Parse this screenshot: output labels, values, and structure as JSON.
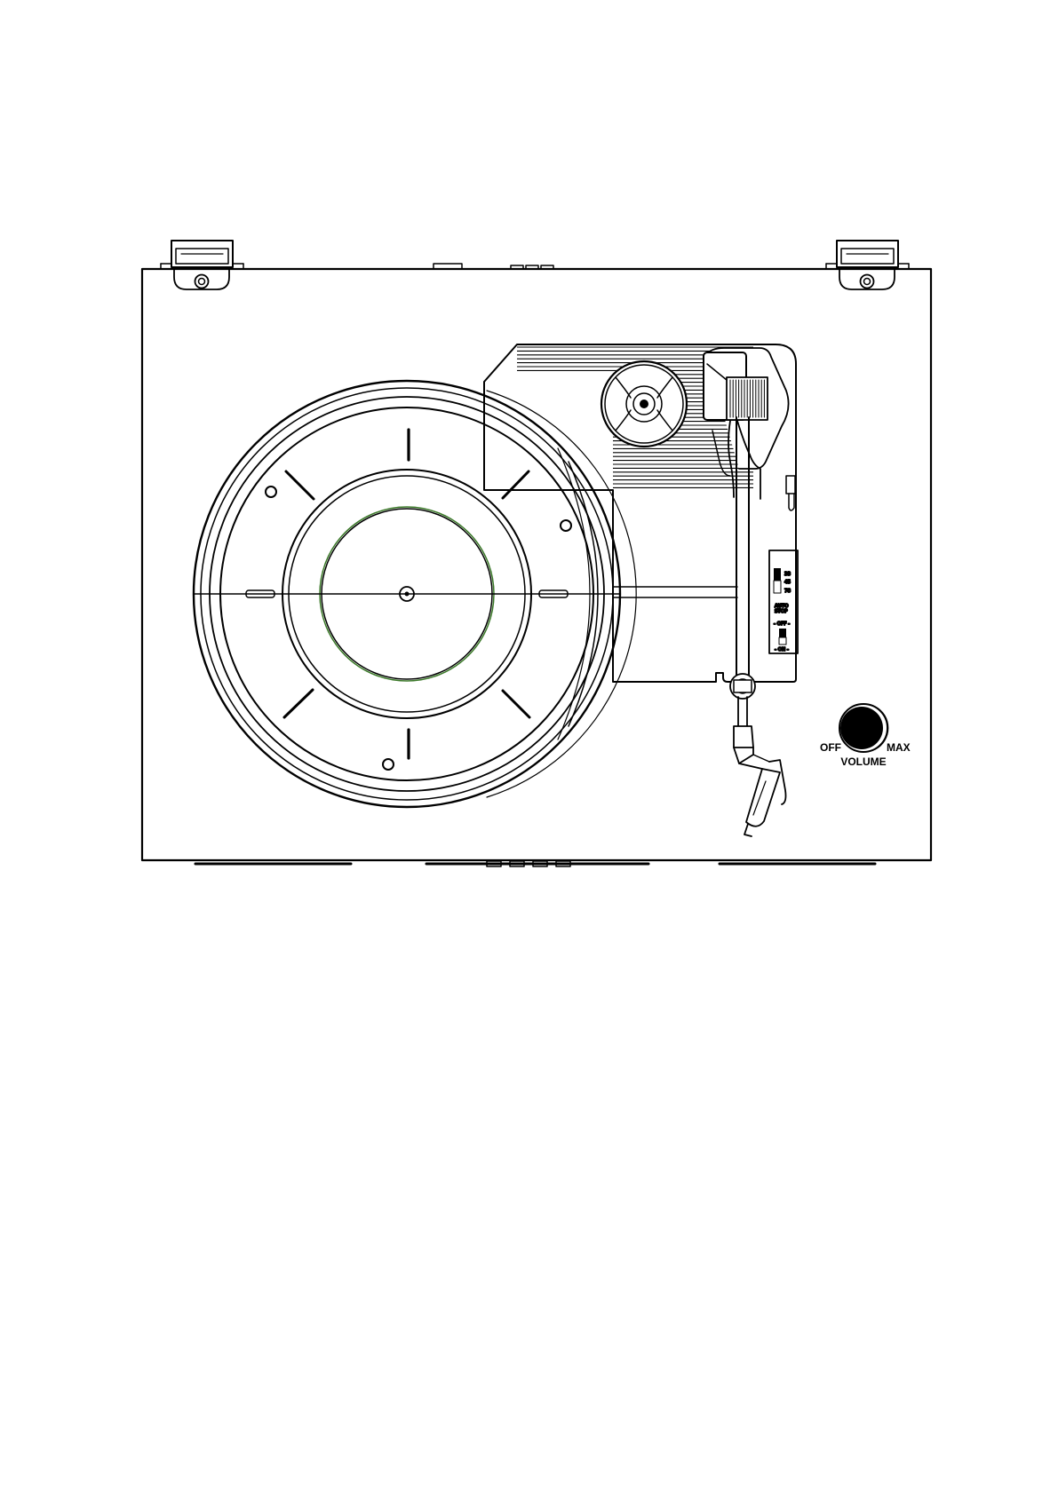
{
  "colors": {
    "line": "#000000",
    "background": "#ffffff",
    "label_ring": "#3c7a2a"
  },
  "speed_selector": {
    "speeds": [
      "33",
      "45",
      "78"
    ],
    "selected": "33"
  },
  "auto_stop": {
    "label_line1": "AUTO",
    "label_line2": "STOP",
    "off_label": "- OFF -",
    "on_label": "- ON -"
  },
  "volume": {
    "min_label": "OFF",
    "max_label": "MAX",
    "title": "VOLUME"
  },
  "icons": {
    "platter": "turntable-platter-icon",
    "tonearm": "tonearm-icon",
    "volume_knob": "volume-knob-icon"
  }
}
